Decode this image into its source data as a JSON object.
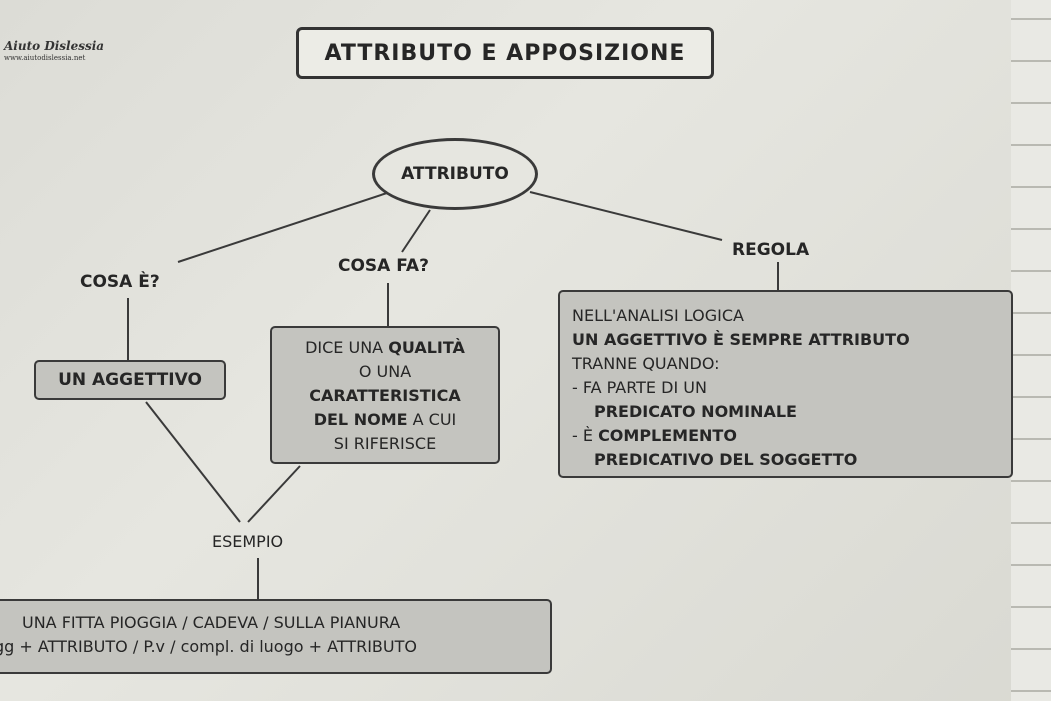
{
  "logo": {
    "name": "Aiuto Dislessia",
    "url": "www.aiutodislessia.net"
  },
  "title": "ATTRIBUTO E APPOSIZIONE",
  "root": "ATTRIBUTO",
  "branches": {
    "cosa_e": "COSA È?",
    "cosa_fa": "COSA FA?",
    "regola": "REGOLA",
    "esempio": "ESEMPIO"
  },
  "box_aggettivo": "UN AGGETTIVO",
  "box_qualita": {
    "l1a": "DICE UNA ",
    "l1b": "QUALITÀ",
    "l2": "O UNA",
    "l3": "CARATTERISTICA",
    "l4a": "DEL NOME",
    "l4b": " A CUI",
    "l5": "SI RIFERISCE"
  },
  "box_regola": {
    "l1": "NELL'ANALISI LOGICA",
    "l2": "UN AGGETTIVO È SEMPRE ATTRIBUTO",
    "l3": "TRANNE QUANDO:",
    "l4": "- FA PARTE DI UN",
    "l5": "PREDICATO NOMINALE",
    "l6a": "- È ",
    "l6b": "COMPLEMENTO",
    "l7": "PREDICATIVO DEL SOGGETTO"
  },
  "box_esempio": {
    "l1": "UNA FITTA PIOGGIA / CADEVA / SULLA PIANURA",
    "l2": "gg + ATTRIBUTO / P.v / compl. di luogo + ATTRIBUTO"
  }
}
